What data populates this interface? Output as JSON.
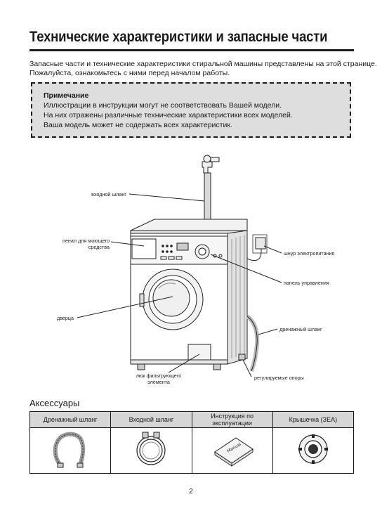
{
  "page": {
    "title": "Технические характеристики и запасные части",
    "intro": [
      "Запасные части и технические характеристики стиральной машины представлены на этой странице.",
      "Пожалуйста, ознакомьтесь с ними перед началом работы."
    ],
    "note": {
      "title": "Примечание",
      "lines": [
        "Иллюстрации в инструкции могут не соответствовать Вашей модели.",
        "На них отражены различные технические характеристики всех моделей.",
        "Ваша модель может не содержать всех характеристик."
      ]
    },
    "page_number": "2"
  },
  "diagram": {
    "labels": {
      "inlet_hose": "входной шланг",
      "detergent_drawer_1": "пенал для моющего",
      "detergent_drawer_2": "средства",
      "door": "дверца",
      "power_cord": "шнур электропитания",
      "control_panel": "панель управления",
      "drain_hose": "дренажный шланг",
      "filter_cover_1": "люк фильтрующего",
      "filter_cover_2": "элемента",
      "adjustable_feet": "регулируемые опоры"
    },
    "manual_word": "Manual"
  },
  "accessories": {
    "title": "Аксессуары",
    "headers": [
      "Дренажный шланг",
      "Входной шланг",
      "Инструкция по\nэксплуатации",
      "Крышечка (ЗЕА)"
    ]
  }
}
